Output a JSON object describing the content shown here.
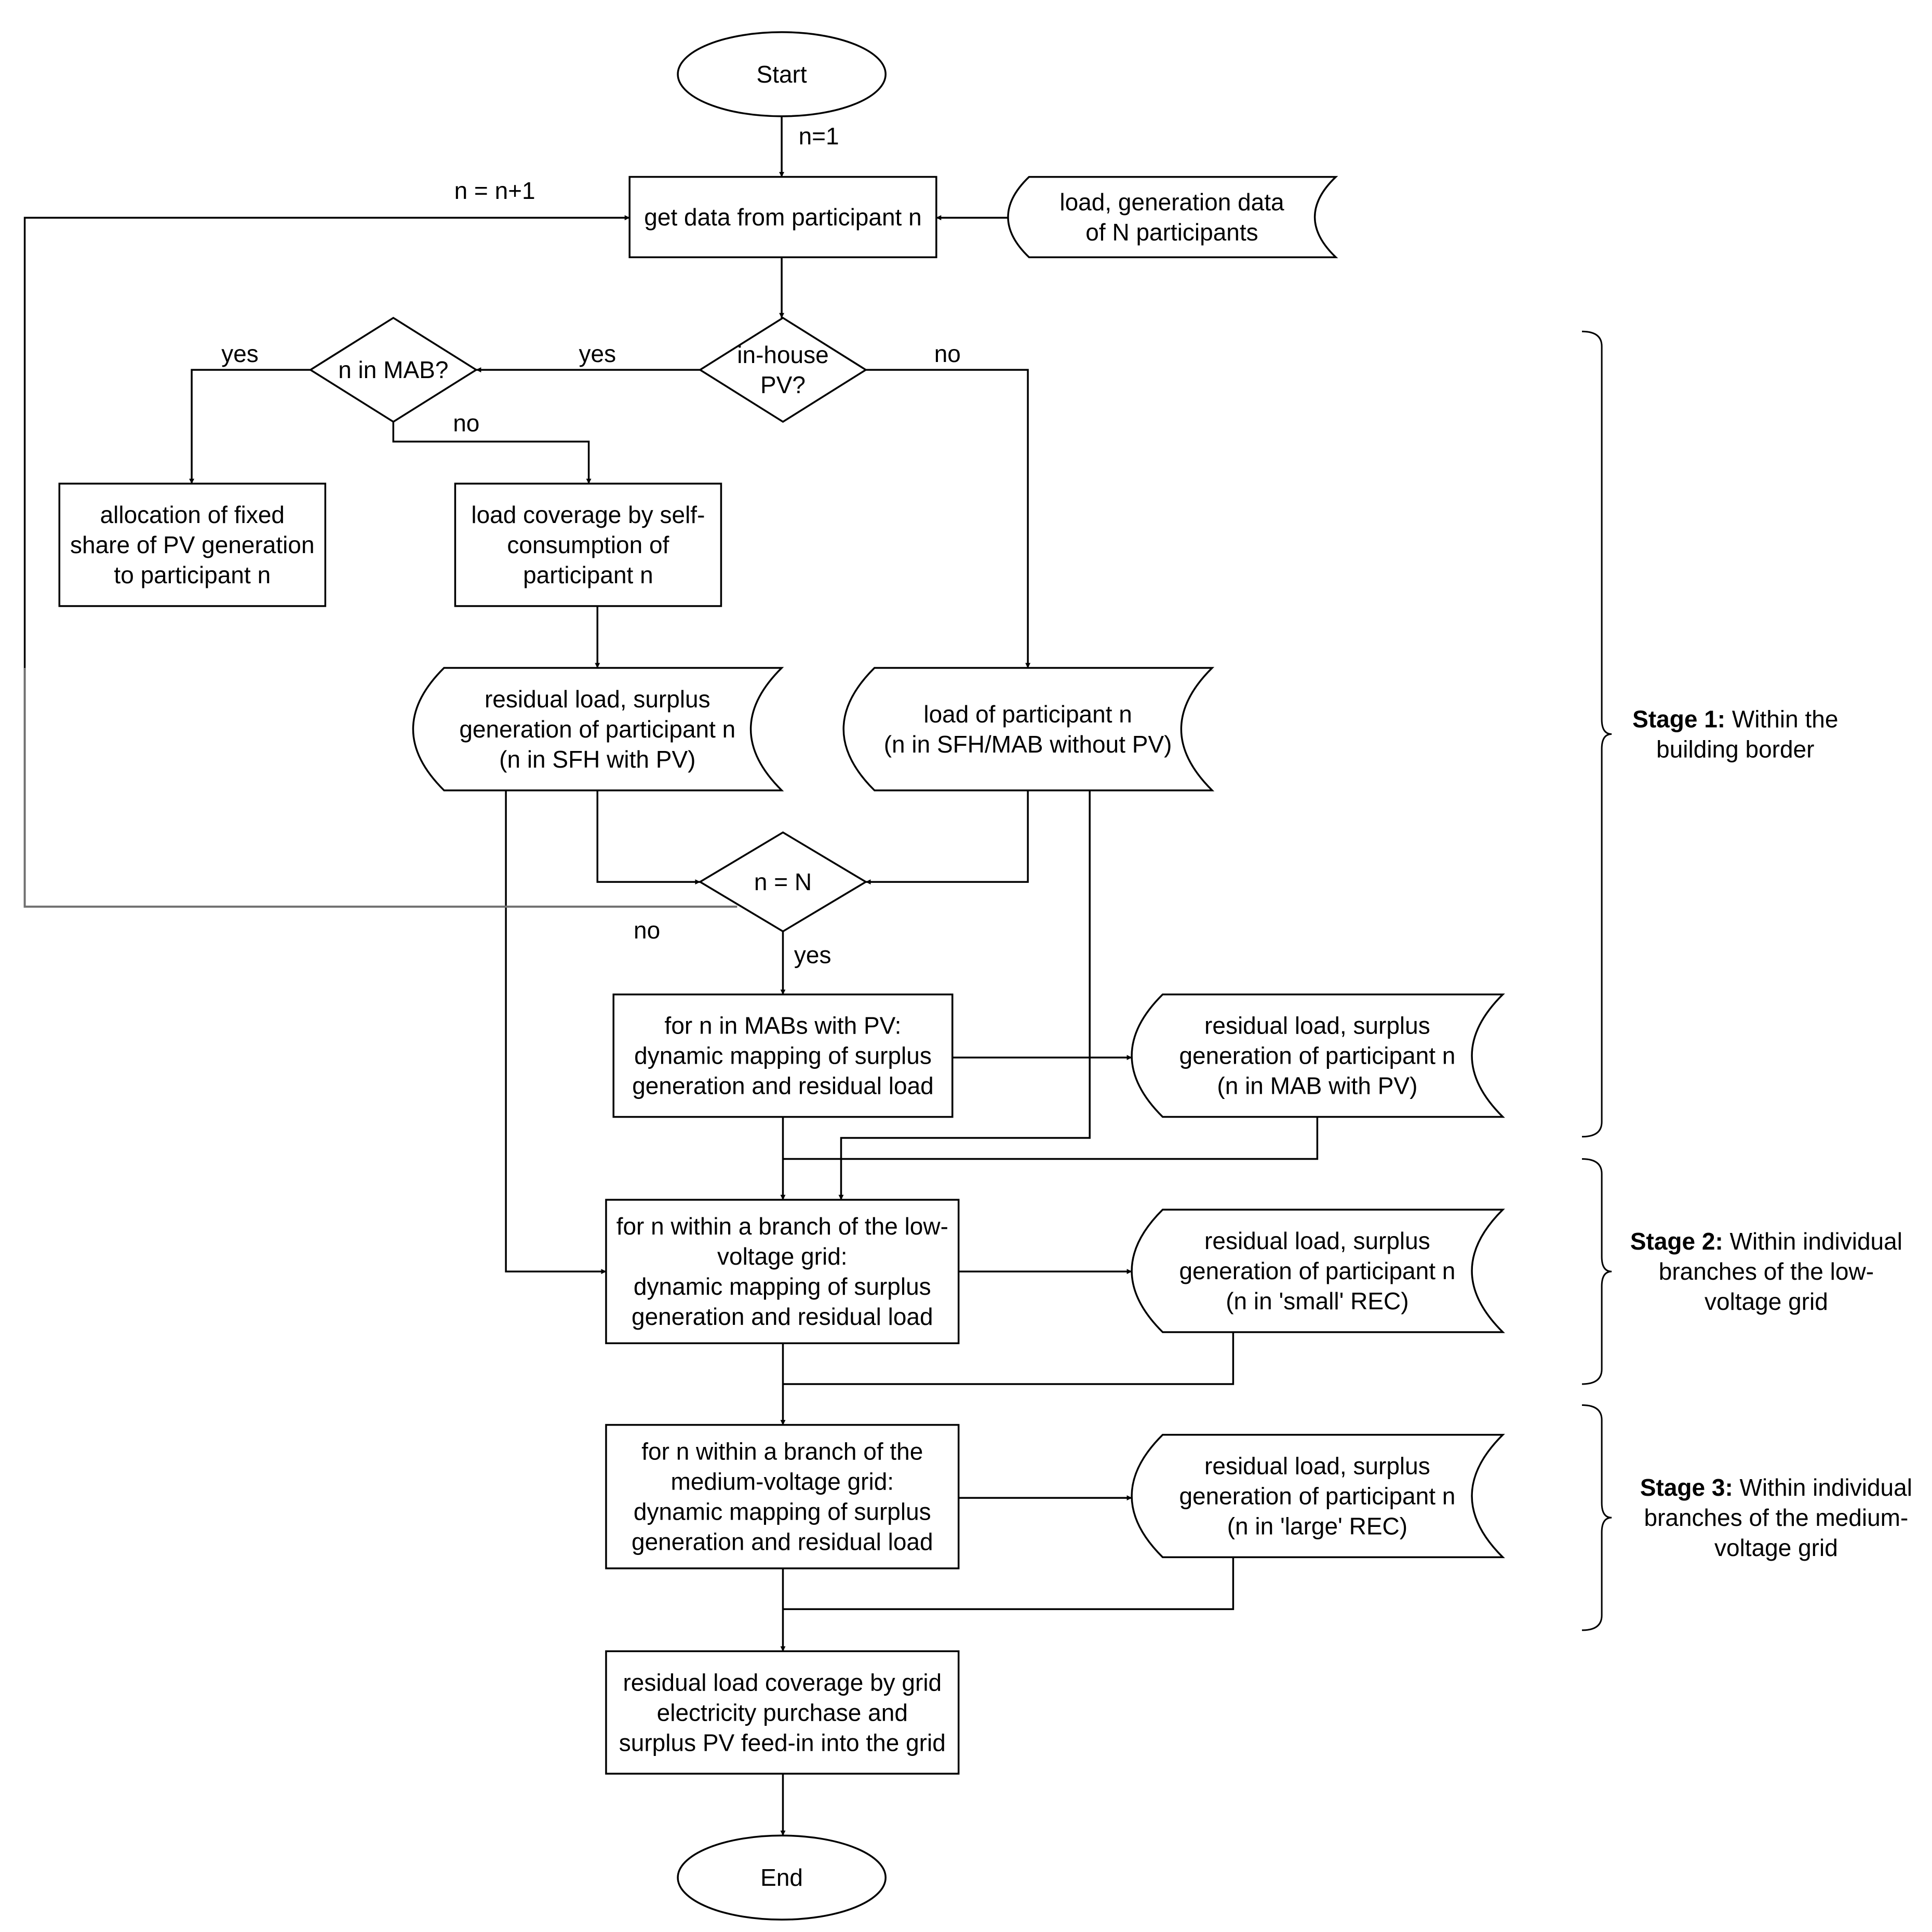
{
  "nodes": {
    "start": [
      "Start"
    ],
    "get_data": [
      "get data from participant n"
    ],
    "input_data": [
      "load, generation data",
      "of N participants"
    ],
    "inhouse_pv": [
      "in-house",
      "PV?"
    ],
    "n_in_mab": [
      "n in MAB?"
    ],
    "allocation": [
      "allocation of fixed",
      "share of PV generation",
      "to participant n"
    ],
    "self_consumption": [
      "load coverage by self-",
      "consumption of",
      "participant n"
    ],
    "residual_sfh": [
      "residual load, surplus",
      "generation of participant n",
      "(n in SFH with PV)"
    ],
    "load_no_pv": [
      "load of participant n",
      "(n in SFH/MAB without PV)"
    ],
    "n_equals_N": [
      "n = N"
    ],
    "mab_mapping": [
      "for n in MABs with PV:",
      "dynamic mapping of surplus",
      "generation and residual load"
    ],
    "residual_mab": [
      "residual load, surplus",
      "generation of participant n",
      "(n in MAB with PV)"
    ],
    "lv_mapping": [
      "for n within a branch of the low-",
      "voltage grid:",
      "dynamic mapping of surplus",
      "generation and residual load"
    ],
    "residual_small_rec": [
      "residual load, surplus",
      "generation of participant n",
      "(n in 'small' REC)"
    ],
    "mv_mapping": [
      "for n within a branch of the",
      "medium-voltage grid:",
      "dynamic mapping of surplus",
      "generation and residual load"
    ],
    "residual_large_rec": [
      "residual load, surplus",
      "generation of participant n",
      "(n in 'large' REC)"
    ],
    "grid_purchase": [
      "residual load coverage by grid",
      "electricity purchase and",
      "surplus PV feed-in into the grid"
    ],
    "end": [
      "End"
    ]
  },
  "edge_labels": {
    "n_init": "n=1",
    "n_increment": "n = n+1",
    "pv_yes": "yes",
    "pv_no": "no",
    "mab_yes": "yes",
    "mab_no": "no",
    "loop_no": "no",
    "loop_yes": "yes"
  },
  "stages": [
    {
      "title": "Stage 1:",
      "lines": [
        "Within the",
        "building border"
      ]
    },
    {
      "title": "Stage 2:",
      "lines": [
        "Within individual",
        "branches of the low-",
        "voltage grid"
      ]
    },
    {
      "title": "Stage 3:",
      "lines": [
        "Within individual",
        "branches of the medium-",
        "voltage grid"
      ]
    }
  ]
}
